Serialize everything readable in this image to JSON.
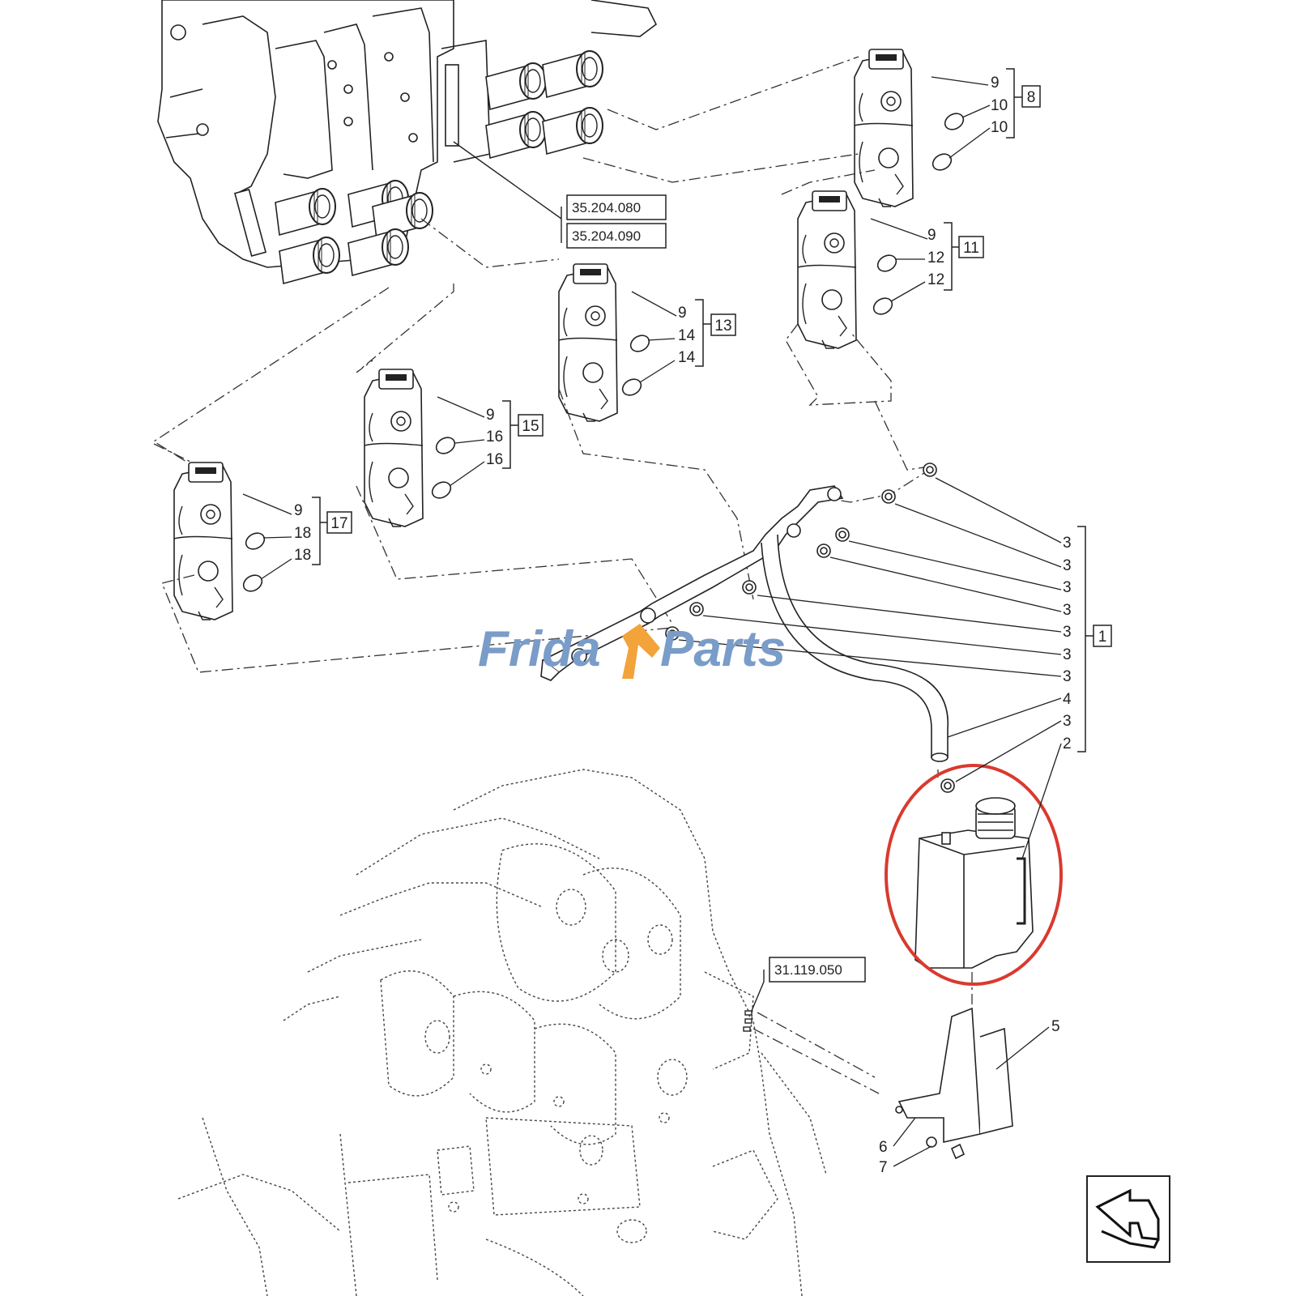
{
  "diagram": {
    "ref_boxes": [
      {
        "id": "ref-35-204-080",
        "text": "35.204.080"
      },
      {
        "id": "ref-35-204-090",
        "text": "35.204.090"
      },
      {
        "id": "ref-31-119-050",
        "text": "31.119.050"
      }
    ],
    "callouts": {
      "c9a": "9",
      "c10a": "10",
      "c10b": "10",
      "c9b": "9",
      "c12a": "12",
      "c12b": "12",
      "c9c": "9",
      "c14a": "14",
      "c14b": "14",
      "c9d": "9",
      "c16a": "16",
      "c16b": "16",
      "c9e": "9",
      "c18a": "18",
      "c18b": "18",
      "c3a": "3",
      "c3b": "3",
      "c3c": "3",
      "c3d": "3",
      "c3e": "3",
      "c3f": "3",
      "c3g": "3",
      "c4": "4",
      "c3h": "3",
      "c2": "2",
      "c5": "5",
      "c6": "6",
      "c7": "7"
    },
    "group_labels": {
      "g8": "8",
      "g11": "11",
      "g13": "13",
      "g15": "15",
      "g17": "17",
      "g1": "1"
    },
    "watermark": {
      "part1": "Frida",
      "part2": "Parts",
      "color_blue": "#7a9cc8",
      "color_orange": "#f2a33a"
    },
    "highlight_color": "#d93a2f"
  }
}
